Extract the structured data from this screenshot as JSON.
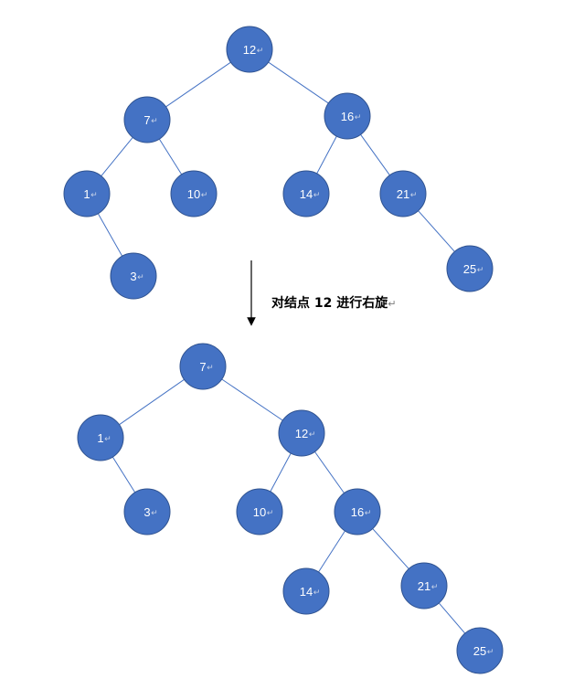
{
  "colors": {
    "node_fill": "#4472c4",
    "node_stroke": "#2f528f",
    "edge": "#4472c4",
    "arrow": "#000000",
    "label": "#ffffff"
  },
  "caption": {
    "text": "对结点 12 进行右旋",
    "return_mark": "↵"
  },
  "trees": [
    {
      "name": "before-rotation",
      "nodes": [
        {
          "id": "b12",
          "label": "12"
        },
        {
          "id": "b7",
          "label": "7"
        },
        {
          "id": "b16",
          "label": "16"
        },
        {
          "id": "b1",
          "label": "1"
        },
        {
          "id": "b10",
          "label": "10"
        },
        {
          "id": "b14",
          "label": "14"
        },
        {
          "id": "b21",
          "label": "21"
        },
        {
          "id": "b3",
          "label": "3"
        },
        {
          "id": "b25",
          "label": "25"
        }
      ],
      "edges": [
        [
          "b12",
          "b7"
        ],
        [
          "b12",
          "b16"
        ],
        [
          "b7",
          "b1"
        ],
        [
          "b7",
          "b10"
        ],
        [
          "b16",
          "b14"
        ],
        [
          "b16",
          "b21"
        ],
        [
          "b1",
          "b3"
        ],
        [
          "b21",
          "b25"
        ]
      ]
    },
    {
      "name": "after-rotation",
      "nodes": [
        {
          "id": "a7",
          "label": "7"
        },
        {
          "id": "a1",
          "label": "1"
        },
        {
          "id": "a12",
          "label": "12"
        },
        {
          "id": "a3",
          "label": "3"
        },
        {
          "id": "a10",
          "label": "10"
        },
        {
          "id": "a16",
          "label": "16"
        },
        {
          "id": "a14",
          "label": "14"
        },
        {
          "id": "a21",
          "label": "21"
        },
        {
          "id": "a25",
          "label": "25"
        }
      ],
      "edges": [
        [
          "a7",
          "a1"
        ],
        [
          "a7",
          "a12"
        ],
        [
          "a1",
          "a3"
        ],
        [
          "a12",
          "a10"
        ],
        [
          "a12",
          "a16"
        ],
        [
          "a16",
          "a14"
        ],
        [
          "a16",
          "a21"
        ],
        [
          "a21",
          "a25"
        ]
      ]
    }
  ]
}
